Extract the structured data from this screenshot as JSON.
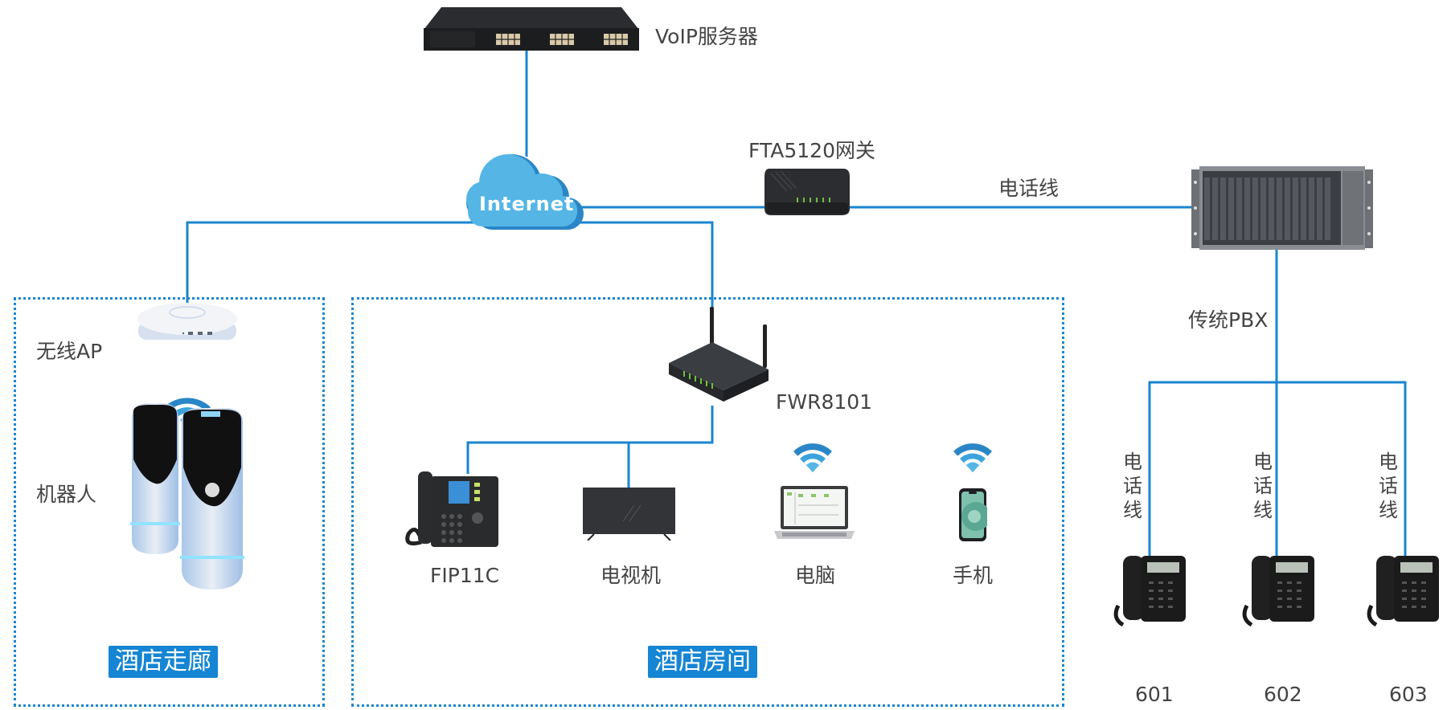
{
  "title": "酒店VoIP组网拓扑图",
  "colors": {
    "line": "#1a86d0",
    "badge_bg": "#1585d4",
    "cloud": "#55b6e6",
    "cloud_shadow": "#2a86c6",
    "text": "#444444"
  },
  "nodes": {
    "voip_server": {
      "label": "VoIP服务器",
      "icon": "rack-server-icon"
    },
    "internet": {
      "label": "Internet",
      "icon": "cloud-icon"
    },
    "gateway": {
      "label": "FTA5120网关",
      "icon": "gateway-icon"
    },
    "pbx": {
      "label": "传统PBX",
      "icon": "pbx-chassis-icon"
    },
    "wireless_ap": {
      "label": "无线AP",
      "icon": "access-point-icon"
    },
    "robot": {
      "label": "机器人",
      "icon": "robot-icon"
    },
    "router": {
      "label": "FWR8101",
      "icon": "wifi-router-icon"
    },
    "ip_phone": {
      "label": "FIP11C",
      "icon": "ip-phone-icon"
    },
    "tv": {
      "label": "电视机",
      "icon": "tv-icon"
    },
    "computer": {
      "label": "电脑",
      "icon": "laptop-icon"
    },
    "mobile": {
      "label": "手机",
      "icon": "smartphone-icon"
    }
  },
  "links": {
    "gateway_pbx": "电话线",
    "pbx_phones": [
      "电话线",
      "电话线",
      "电话线"
    ]
  },
  "analog_phones": [
    {
      "label": "601",
      "icon": "desk-phone-icon"
    },
    {
      "label": "602",
      "icon": "desk-phone-icon"
    },
    {
      "label": "603",
      "icon": "desk-phone-icon"
    }
  ],
  "zones": {
    "corridor": "酒店走廊",
    "room": "酒店房间"
  }
}
